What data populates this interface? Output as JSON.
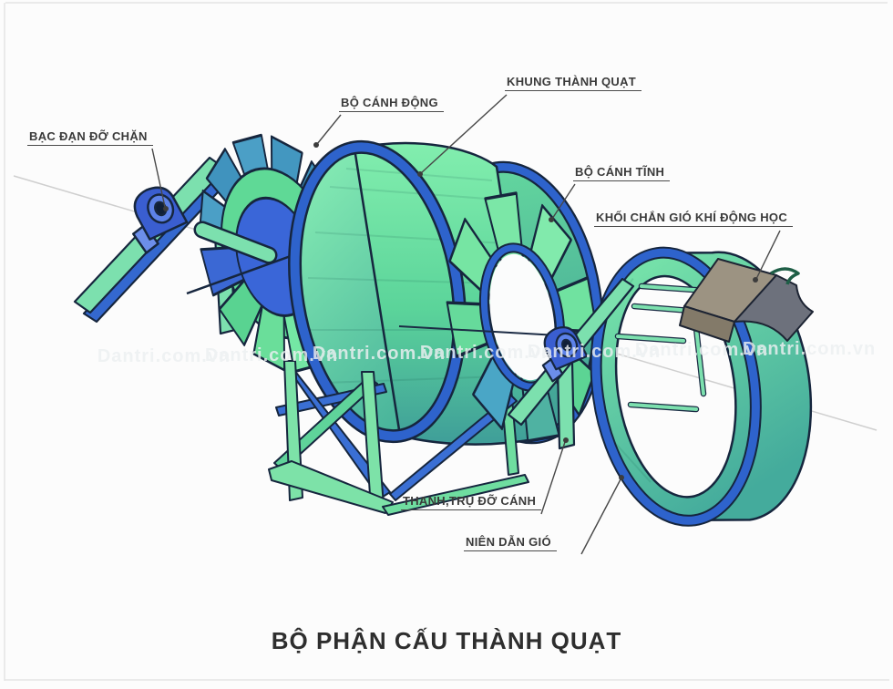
{
  "diagram": {
    "title": "BỘ PHẬN CẤU THÀNH QUẠT",
    "watermark": "Dantri.com.vn",
    "labels": {
      "bearing": "BẠC ĐẠN ĐỠ CHẶN",
      "rotor": "BỘ CÁNH ĐỘNG",
      "frame": "KHUNG THÀNH QUẠT",
      "stator": "BỘ CÁNH TĨNH",
      "block": "KHỐI CHẮN GIÓ KHÍ ĐỘNG HỌC",
      "support": "THANH,TRỤ ĐỠ CÁNH",
      "ring": "NIÊN DẪN GIÓ"
    },
    "colors": {
      "bright_green": "#74e7a4",
      "teal_blade": "#4a9fc6",
      "rim_blue": "#2e63cc",
      "hub_blue": "#3a66d8",
      "block_gray": "#6d717c",
      "block_tan": "#9c9382",
      "outline_navy": "#16263e",
      "label_text": "#3a3a3a"
    }
  }
}
